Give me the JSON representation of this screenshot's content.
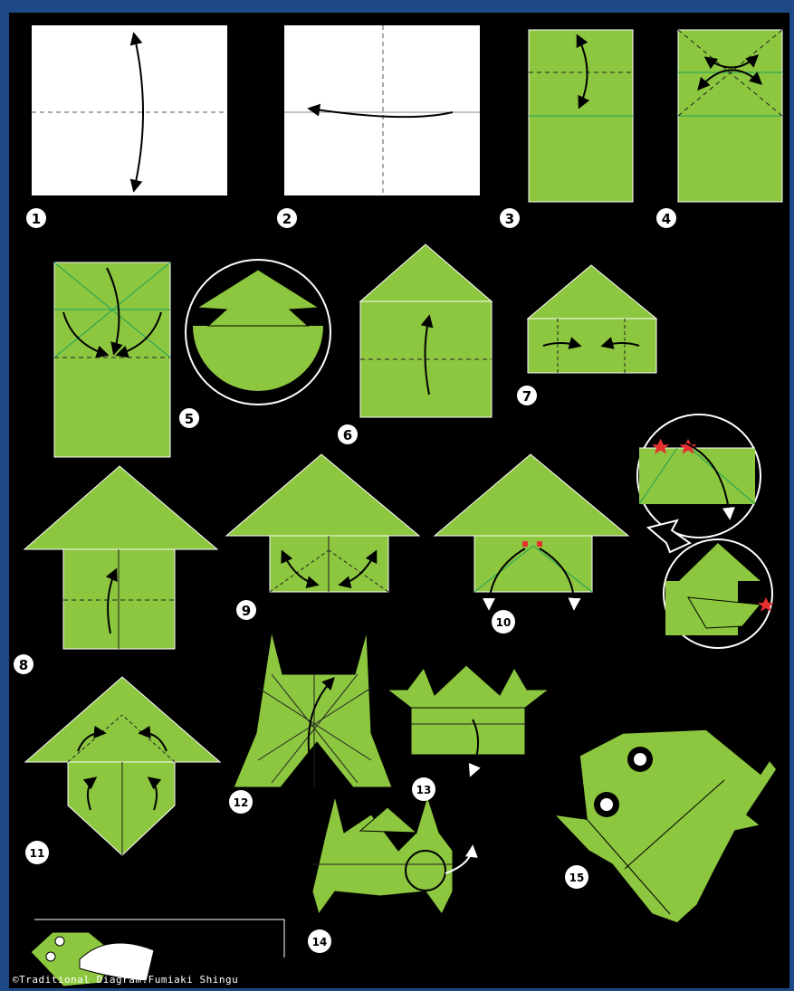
{
  "colors": {
    "paper_green": "#8dc63f",
    "paper_white": "#ffffff",
    "crease": "#19a15c",
    "background": "#000000",
    "border": "#1d4a87",
    "star": "#e53030"
  },
  "steps": [
    "1",
    "2",
    "3",
    "4",
    "5",
    "6",
    "7",
    "8",
    "9",
    "10",
    "11",
    "12",
    "13",
    "14",
    "15"
  ],
  "credit": "©Traditional Diagram:Fumiaki Shingu"
}
